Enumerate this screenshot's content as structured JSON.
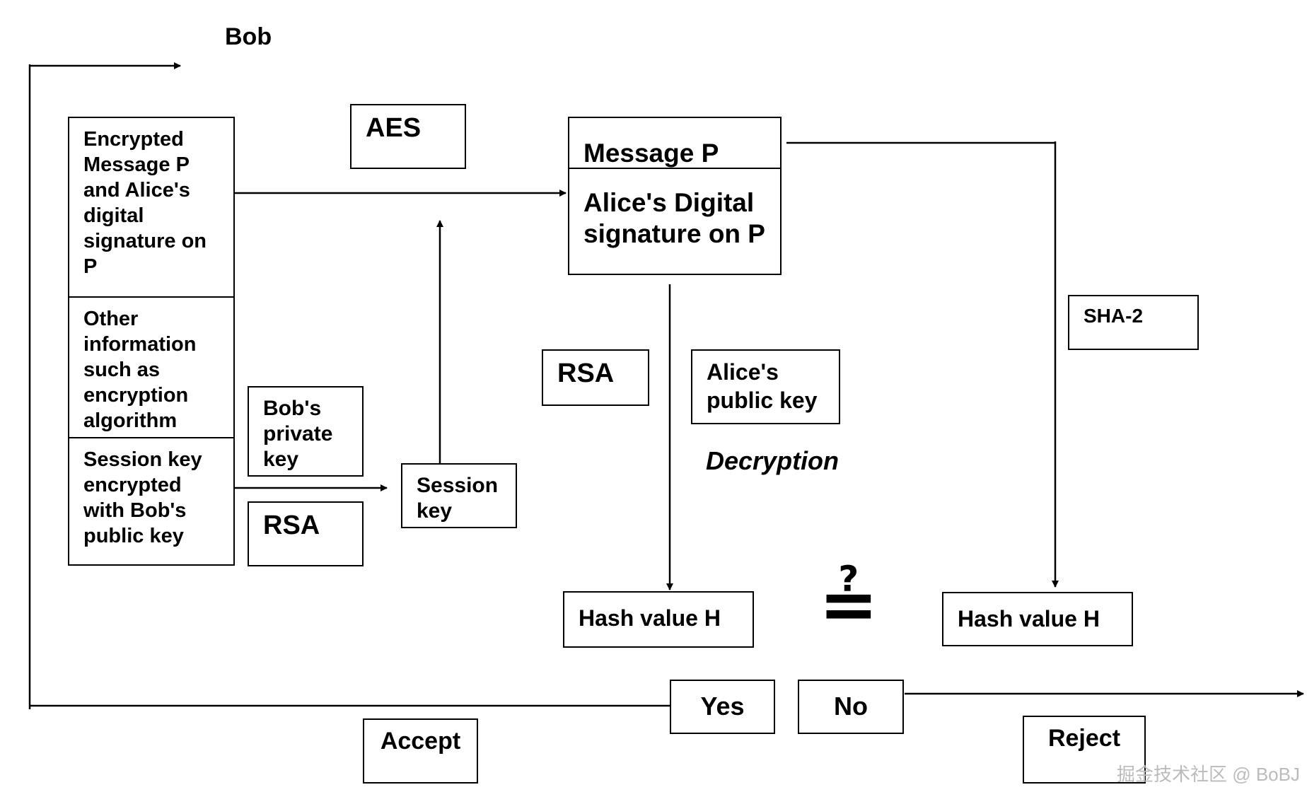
{
  "actor_label": "Bob",
  "incoming_bundle": {
    "cells": [
      "Encrypted\nMessage P\nand Alice's\ndigital\nsignature on\nP",
      "Other\ninformation\nsuch as\nencryption\nalgorithm",
      "Session key\nencrypted\nwith Bob's\npublic key"
    ]
  },
  "labels": {
    "aes": "AES",
    "bobs_private_key": "Bob's\nprivate\nkey",
    "rsa_session": "RSA",
    "session_key": "Session\nkey",
    "rsa_signature": "RSA",
    "alices_public_key": "Alice's\npublic key",
    "decryption": "Decryption",
    "sha2": "SHA-2",
    "accept": "Accept",
    "reject": "Reject"
  },
  "decrypted": {
    "message": "Message P",
    "signature": "Alice's Digital\nsignature on P"
  },
  "comparison": {
    "left_hash": "Hash value H",
    "right_hash": "Hash value H",
    "symbol": "≟",
    "yes": "Yes",
    "no": "No"
  },
  "watermark": "掘金技术社区 @ BoBJ",
  "colors": {
    "line": "#000000",
    "background": "#ffffff",
    "watermark": "#bbbbbb"
  }
}
